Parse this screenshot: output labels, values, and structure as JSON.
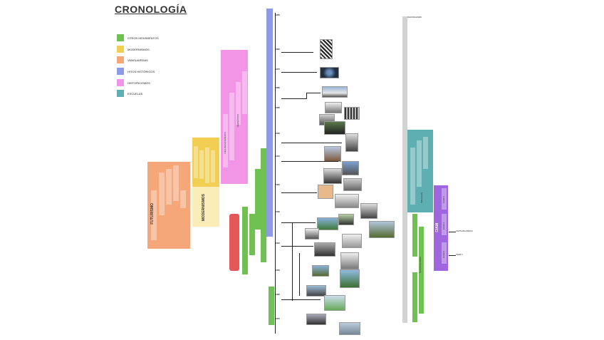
{
  "title": "CRONOLOGÍA",
  "legend": [
    {
      "label": "OTROS MOVIMIENTOS",
      "color": "#6fc152"
    },
    {
      "label": "MODERNISMOS",
      "color": "#f2ce53"
    },
    {
      "label": "VANGUARDIAS",
      "color": "#f5a77a"
    },
    {
      "label": "HITOS HISTÓRICOS",
      "color": "#8f9ae6"
    },
    {
      "label": "HISTORICISMOS",
      "color": "#f395e6"
    },
    {
      "label": "ESCUELAS",
      "color": "#5eafb1"
    }
  ],
  "columns": {
    "vanguardias_main": "FUTURISMO",
    "modernismos_main": "MODERNISMOS",
    "historicismos_a": "NEO-RENACIMIENTO",
    "historicismos_b": "NEOGÓTICO",
    "escuelas_a": "BAUHAUS",
    "otros_a": "RACIONALISMO",
    "ciam": "CIAM",
    "ciam_items": [
      "CIAM 1",
      "CIAM 4",
      "CIAM 9"
    ],
    "ciam_notes": [
      "CARTA DE ATENAS",
      "TEAM X"
    ],
    "header_right": "RACIONALISMO"
  },
  "timeline_years": [
    "1850",
    "1860",
    "1870",
    "1880",
    "1890",
    "1900",
    "1910",
    "1920",
    "1930",
    "1940",
    "1950",
    "1960",
    "1970"
  ]
}
